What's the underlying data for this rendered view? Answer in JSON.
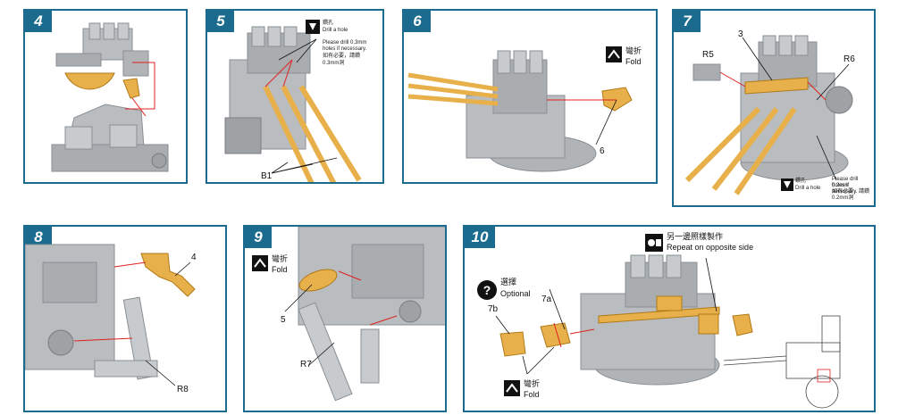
{
  "steps": {
    "s4": {
      "number": "4"
    },
    "s5": {
      "number": "5",
      "drill_cn": "鑽孔",
      "drill_en": "Drill a hole",
      "drill_note_en_1": "Please drill 0.3mm",
      "drill_note_en_2": "holes if necessary.",
      "drill_note_cn_1": "如有必要，請鑽",
      "drill_note_cn_2": "0.3mm洞",
      "part": "B1"
    },
    "s6": {
      "number": "6",
      "fold_cn": "彎折",
      "fold_en": "Fold",
      "part": "6"
    },
    "s7": {
      "number": "7",
      "part_a": "R5",
      "part_b": "3",
      "part_c": "R6",
      "drill_cn": "鑽孔",
      "drill_en": "Drill a hole",
      "drill_note_en_1": "Please drill 0.2mm",
      "drill_note_en_2": "holes if necessary.",
      "drill_note_cn_1": "如有必要，請鑽",
      "drill_note_cn_2": "0.2mm洞"
    },
    "s8": {
      "number": "8",
      "part_a": "4",
      "part_b": "R8"
    },
    "s9": {
      "number": "9",
      "fold_cn": "彎折",
      "fold_en": "Fold",
      "part_a": "5",
      "part_b": "R7"
    },
    "s10": {
      "number": "10",
      "repeat_cn": "另一邊照樣製作",
      "repeat_en": "Repeat on opposite side",
      "optional_cn": "選擇",
      "optional_en": "Optional",
      "part_a": "7a",
      "part_b": "7b",
      "fold_cn": "彎折",
      "fold_en": "Fold"
    }
  },
  "colors": {
    "frame": "#1b6b8f",
    "gray_part": "#b9bdc0",
    "brass_part": "#e8b04a",
    "guide_line": "#e02020"
  },
  "icons": {
    "fold": "fold-arrow-icon",
    "drill": "drill-icon",
    "optional": "question-icon",
    "repeat": "mirror-icon"
  }
}
